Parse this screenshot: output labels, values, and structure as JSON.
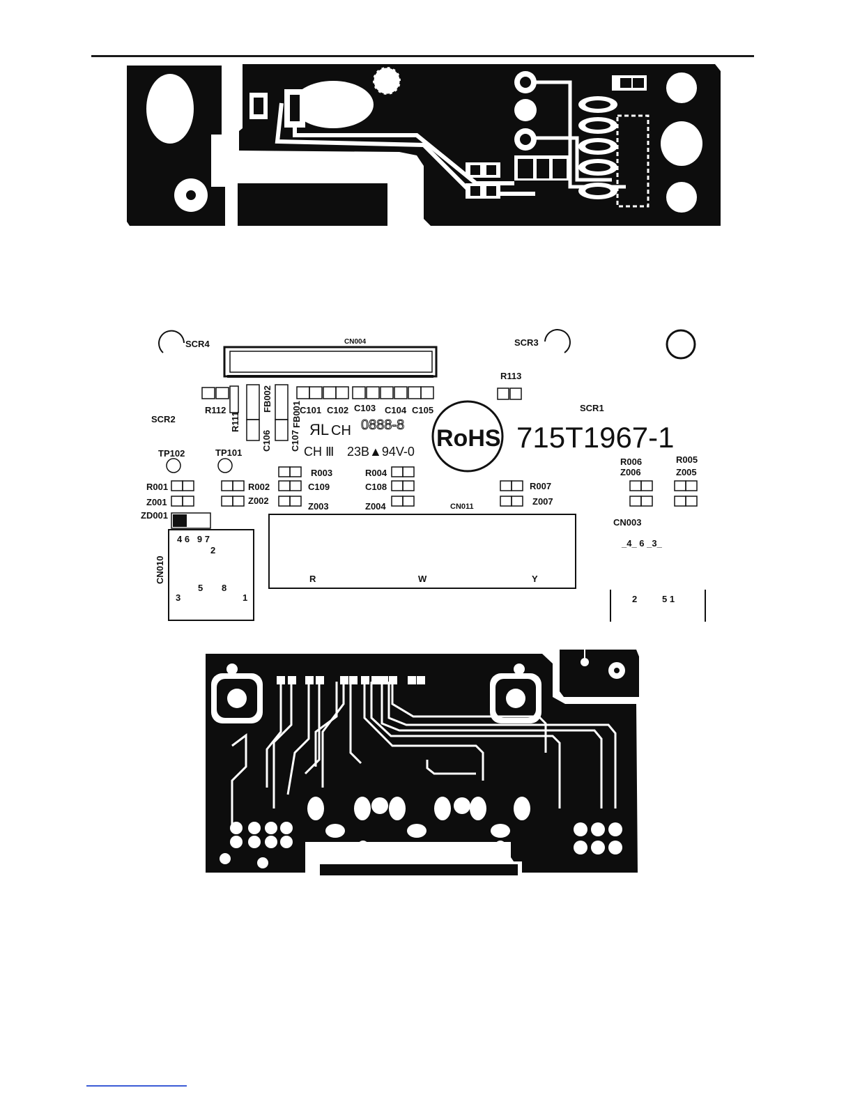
{
  "top_panel": {
    "name": "pcb-top-layer"
  },
  "silkscreen": {
    "connector_main": "CN004",
    "screws": [
      "SCR4",
      "SCR3",
      "SCR2",
      "SCR1"
    ],
    "test_points": [
      "TP102",
      "TP101"
    ],
    "resistors": [
      "R112",
      "R111",
      "R113",
      "R001",
      "R002",
      "R003",
      "R004",
      "R005",
      "R006",
      "R007"
    ],
    "ferrite": [
      "FB002",
      "FB001"
    ],
    "capacitors": [
      "C101",
      "C102",
      "C103",
      "C104",
      "C105",
      "C106",
      "C107",
      "C108",
      "C109"
    ],
    "zeners": [
      "Z001",
      "Z002",
      "Z003",
      "Z004",
      "Z005",
      "Z006",
      "Z007"
    ],
    "diode": "ZD001",
    "connector_right": "CN003",
    "connector_left": "CN010",
    "connector_center": "CN011",
    "ul_mark": "ЯL",
    "ch_mark": "CH",
    "ch_mark2": "CH Ⅲ",
    "flammability": "23B▲94V-0",
    "date_code": "0888-8",
    "rohs": "RoHS",
    "part_number": "715T1967-1",
    "led_letters": [
      "R",
      "W",
      "Y"
    ],
    "cn010_pins_top": "4 6   9 7",
    "cn010_pin_mid": "2",
    "cn010_pins_bottom": [
      "3",
      "5",
      "8",
      "1"
    ],
    "cn003_pins_top": "_4_ 6 _3_",
    "cn003_pins_bottom": [
      "2",
      "5 1"
    ]
  },
  "bottom_panel": {
    "name": "pcb-bottom-layer"
  },
  "colors": {
    "copper": "#0d0d0d",
    "board": "#ffffff",
    "rule": "#1a1a1a",
    "link": "#3b5bd6"
  }
}
